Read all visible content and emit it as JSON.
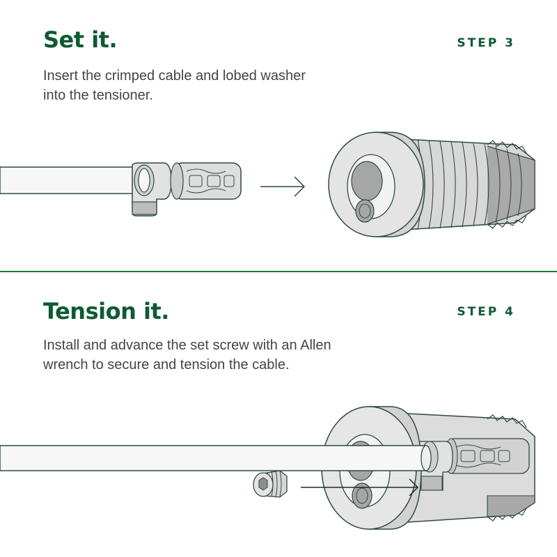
{
  "colors": {
    "brand_green": "#0e5a33",
    "divider_green": "#1e7a3c",
    "text_gray": "#444444",
    "line": "#2f4a3c",
    "part_light": "#e2e2e2",
    "part_mid": "#bdbdbd",
    "part_dark": "#9a9a9a",
    "cable": "#f7f7f7"
  },
  "step3": {
    "title": "Set it.",
    "step_label": "STEP 3",
    "description_line1": "Insert the crimped cable and lobed washer",
    "description_line2": "into the tensioner."
  },
  "step4": {
    "title": "Tension it.",
    "step_label": "STEP 4",
    "description_line1": "Install and advance the set screw with an Allen",
    "description_line2": "wrench to secure and tension the cable."
  }
}
